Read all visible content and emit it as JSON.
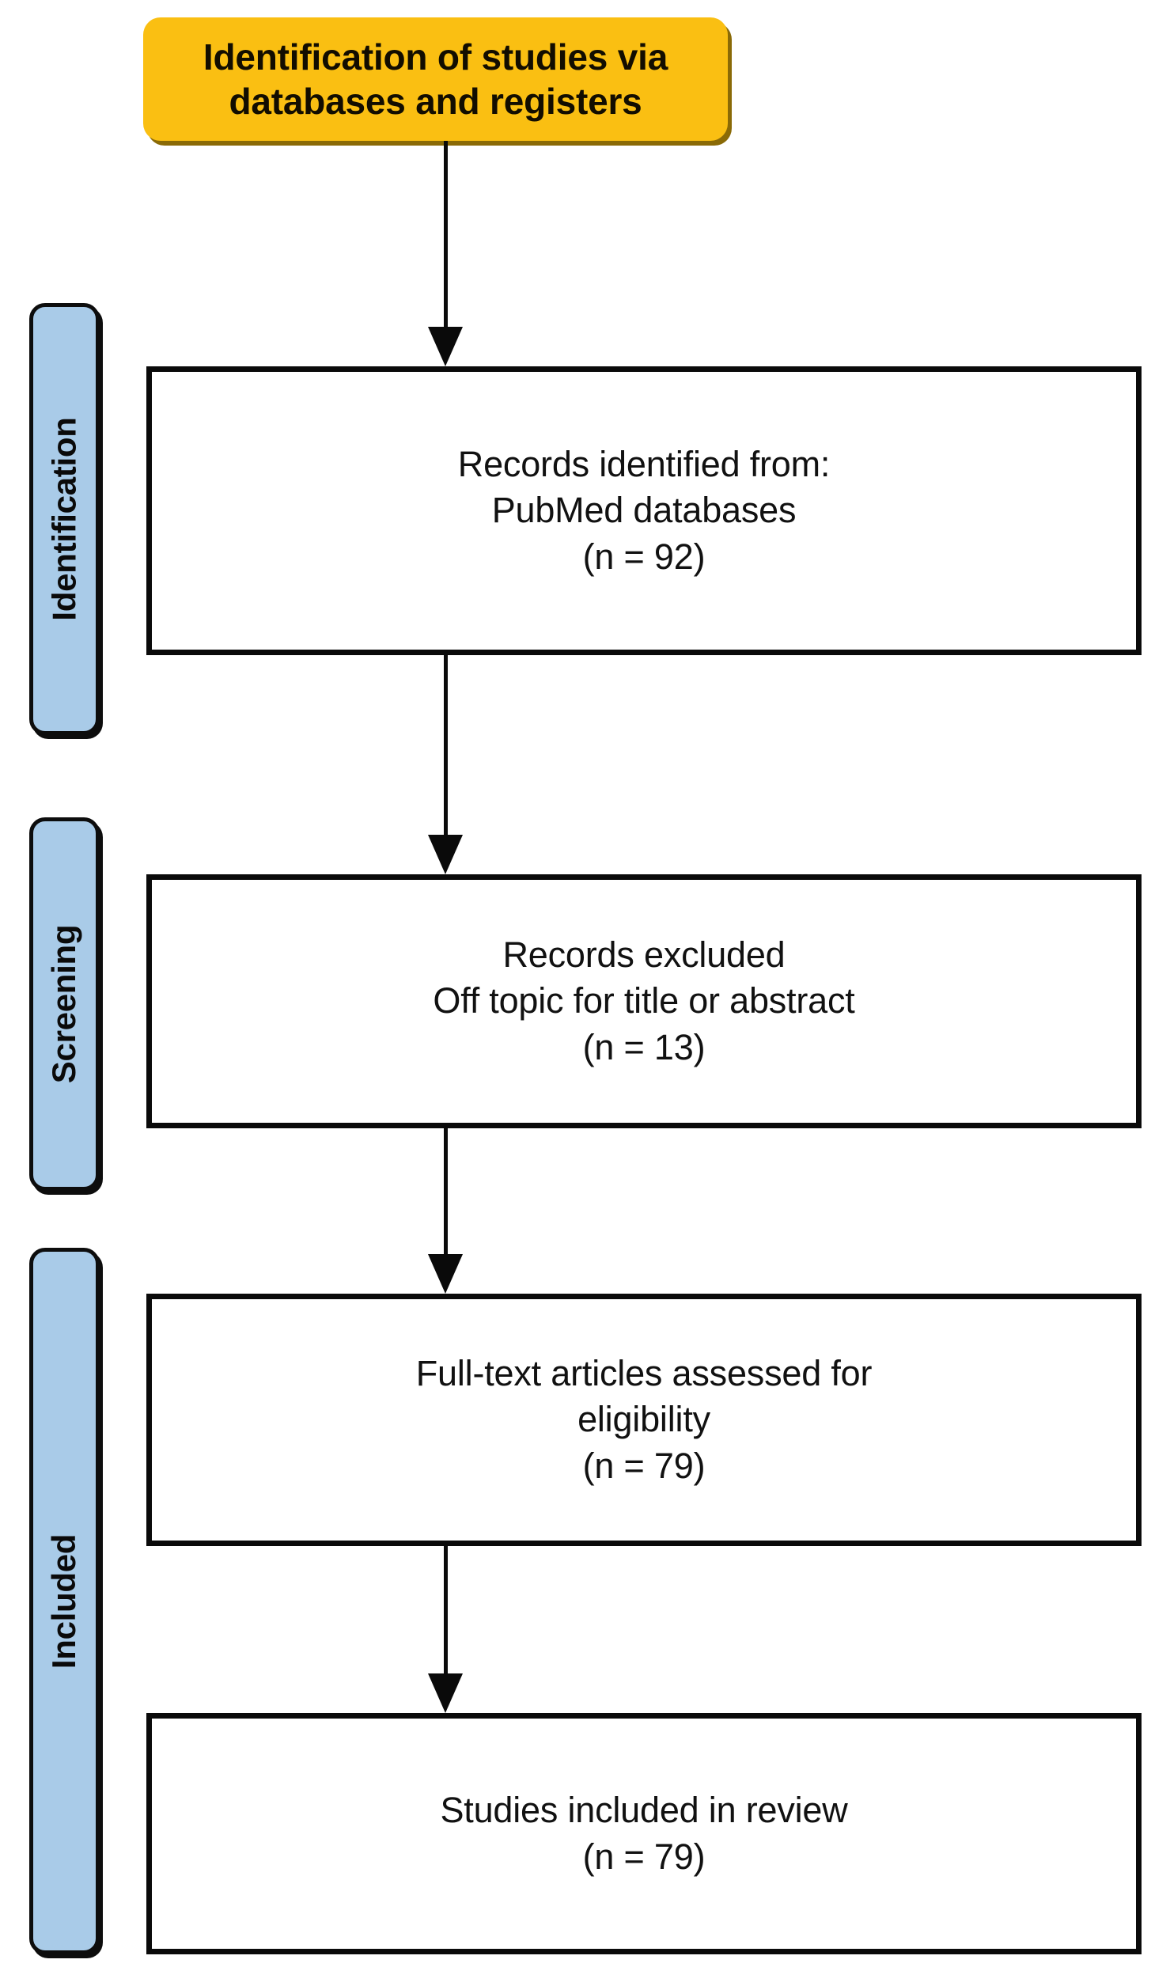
{
  "diagram": {
    "type": "prisma-flow-diagram",
    "header": {
      "label": "Identification of studies via databases and registers",
      "background_color": "#FABF12",
      "text_color": "#120d00"
    },
    "stages": [
      {
        "id": "identification",
        "label": "Identification",
        "background_color": "#A9CBE8"
      },
      {
        "id": "screening",
        "label": "Screening",
        "background_color": "#A9CBE8"
      },
      {
        "id": "included",
        "label": "Included",
        "background_color": "#A9CBE8"
      }
    ],
    "boxes": [
      {
        "id": "records-identified",
        "stage": "identification",
        "text": "Records identified from:\nPubMed databases\n(n = 92)",
        "count_label": "(n = 92)",
        "count": 92
      },
      {
        "id": "records-excluded",
        "stage": "screening",
        "text": "Records excluded\nOff topic for title or abstract\n(n = 13)",
        "count_label": "(n = 13)",
        "count": 13
      },
      {
        "id": "fulltext-assessed",
        "stage": "included",
        "text": "Full-text articles assessed for\neligibility\n(n = 79)",
        "count_label": "(n = 79)",
        "count": 79
      },
      {
        "id": "studies-included",
        "stage": "included",
        "text": "Studies included in review\n(n = 79)",
        "count_label": "(n = 79)",
        "count": 79
      }
    ],
    "arrows": [
      {
        "id": "arrow-header-to-identified",
        "from": "header",
        "to": "records-identified",
        "direction": "down"
      },
      {
        "id": "arrow-identified-to-excluded",
        "from": "records-identified",
        "to": "records-excluded",
        "direction": "down"
      },
      {
        "id": "arrow-excluded-to-fulltext",
        "from": "records-excluded",
        "to": "fulltext-assessed",
        "direction": "down"
      },
      {
        "id": "arrow-fulltext-to-included",
        "from": "fulltext-assessed",
        "to": "studies-included",
        "direction": "down"
      }
    ]
  }
}
